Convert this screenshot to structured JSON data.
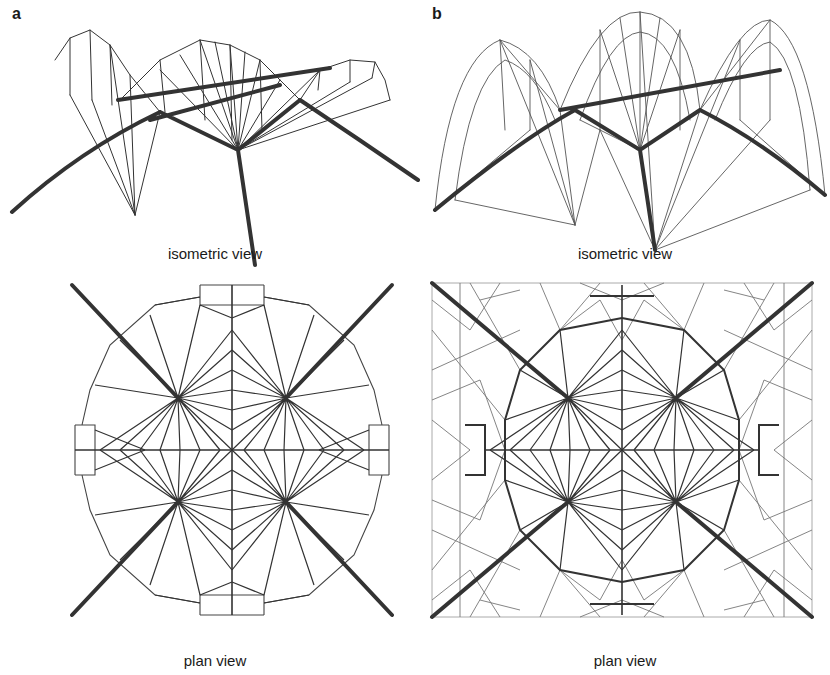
{
  "diagram": {
    "labels": [
      "a",
      "b",
      "isometric view",
      "isometric view",
      "plan view",
      "plan view"
    ]
  }
}
